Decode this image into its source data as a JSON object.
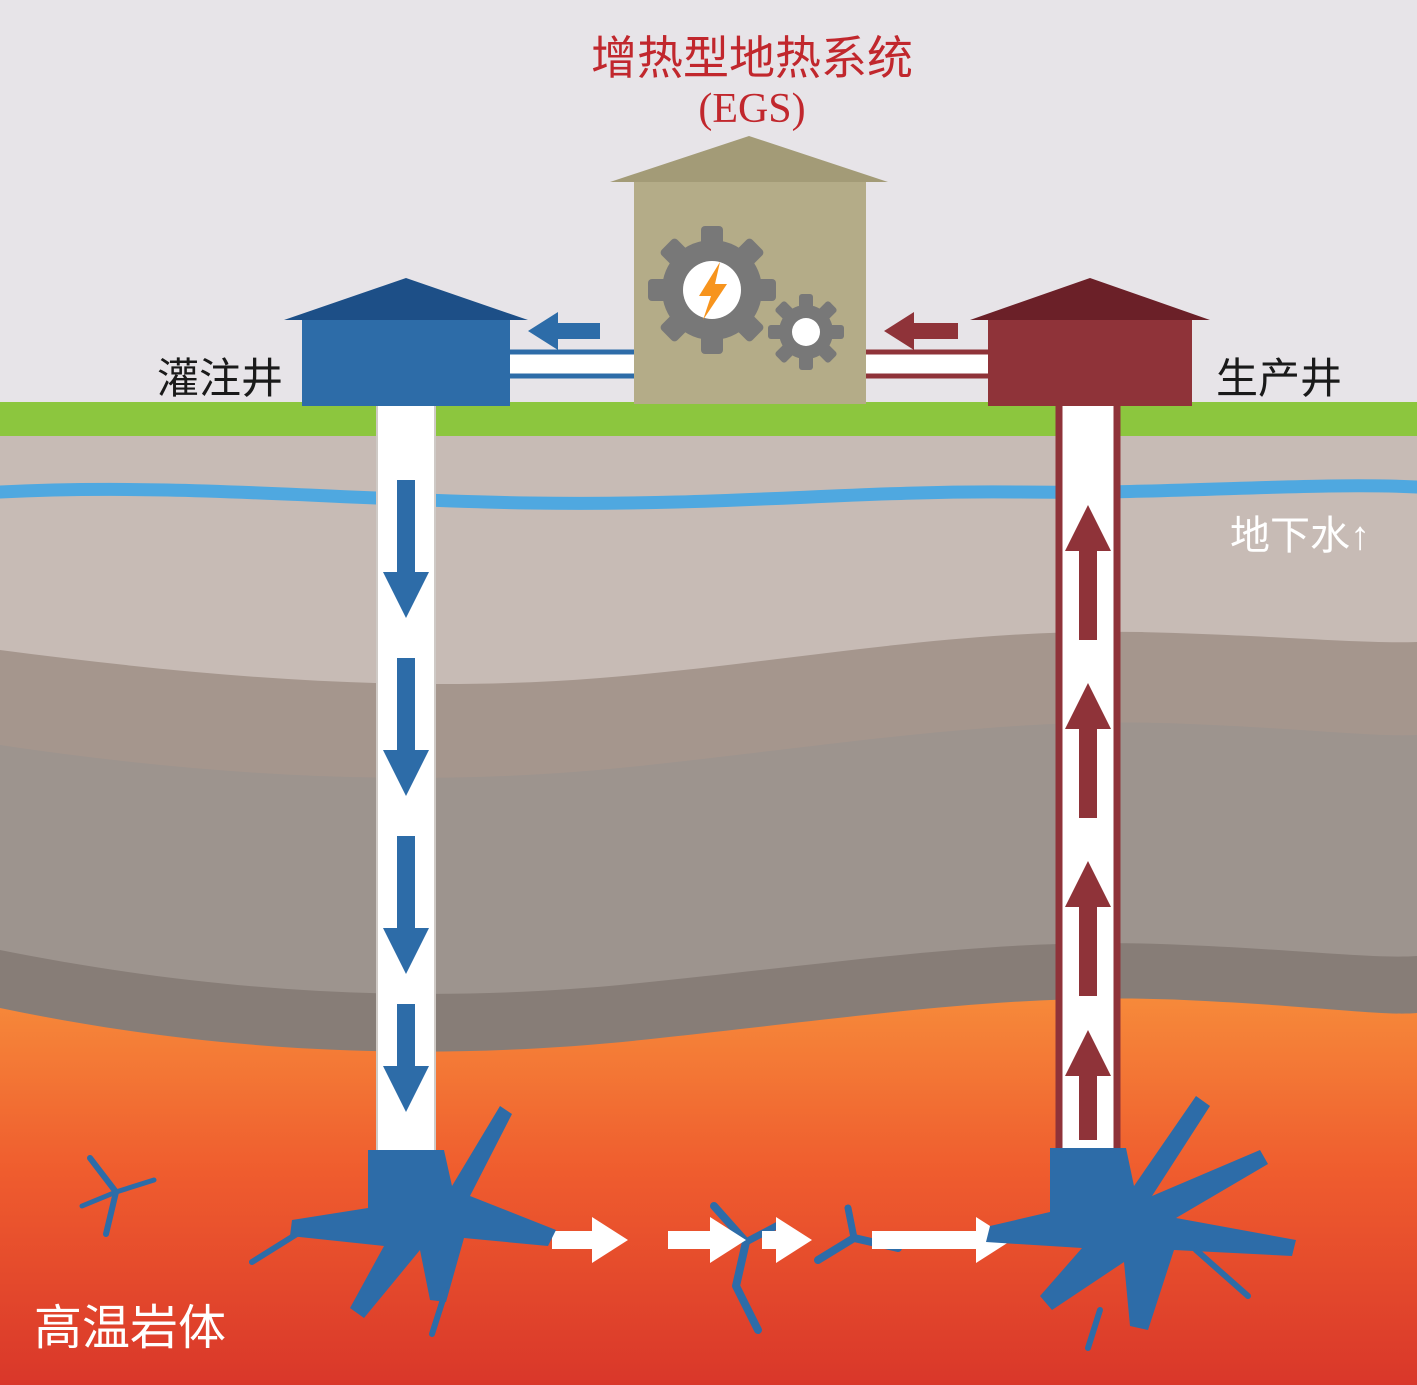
{
  "diagram": {
    "title": {
      "line1": "增热型地热系统",
      "line2": "(EGS)"
    },
    "labels": {
      "injection_well": "灌注井",
      "production_well": "生产井",
      "groundwater": "地下水↑",
      "hot_rock": "高温岩体"
    },
    "colors": {
      "title_red": "#c1272d",
      "sky": "#e7e4e8",
      "grass_green": "#8cc63e",
      "soil_layer_1": "#c7bbb5",
      "soil_layer_2": "#a5968d",
      "soil_layer_3": "#9d948e",
      "soil_layer_4": "#877d77",
      "hot_rock_top": "#f6893a",
      "hot_rock_bottom": "#d9372a",
      "groundwater_blue": "#4fa8e0",
      "injection_blue": "#2d6ca8",
      "injection_roof": "#1d4f87",
      "production_maroon": "#8f3339",
      "production_roof": "#6b2028",
      "plant_wall_tan": "#b4ac88",
      "plant_roof_tan": "#a39b77",
      "gear_gray": "#787878",
      "lightning_orange": "#f7941d",
      "fracture_blue": "#2d6ca8",
      "flow_arrow_white": "#ffffff"
    }
  }
}
